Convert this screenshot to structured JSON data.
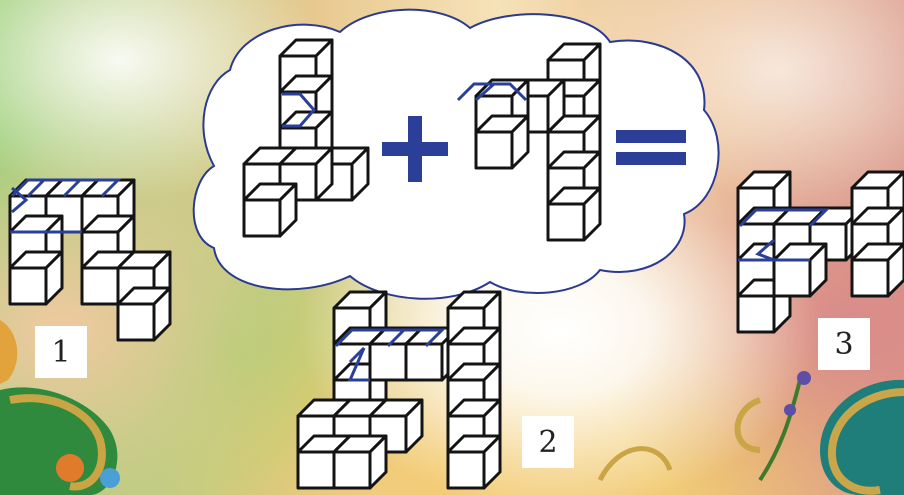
{
  "labels": {
    "figure_1": "1",
    "figure_2": "2",
    "figure_3": "3"
  },
  "colors": {
    "cube_edge": "#141414",
    "highlight_edge": "#2a3f9a",
    "operator": "#2b3f98",
    "cloud_border": "#2a3a8e"
  }
}
